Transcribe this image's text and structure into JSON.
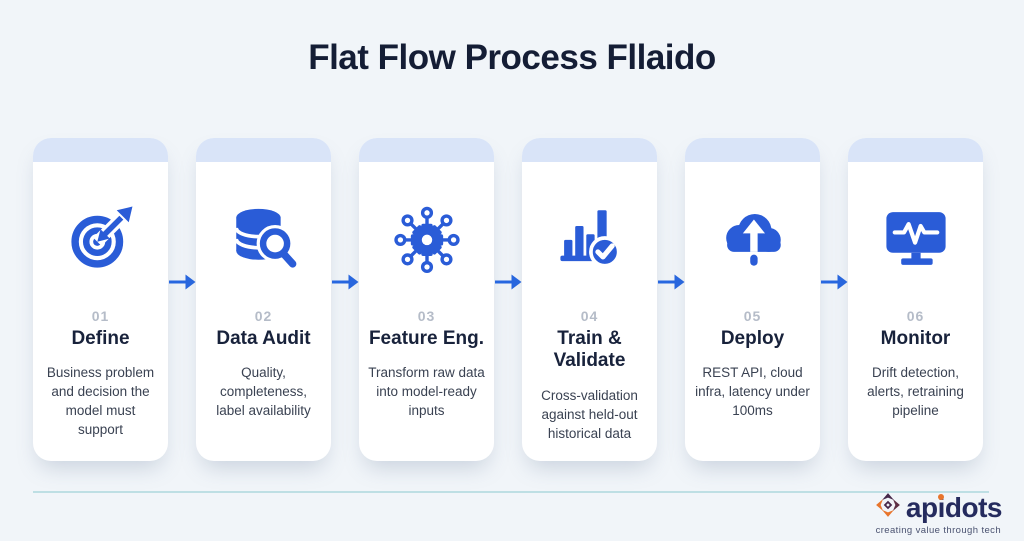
{
  "title": "Flat Flow Process Fllaido",
  "steps": [
    {
      "number": "01",
      "title": "Define",
      "description": "Business problem and decision the model must support",
      "icon": "target-icon"
    },
    {
      "number": "02",
      "title": "Data Audit",
      "description": "Quality, completeness, label availability",
      "icon": "database-search-icon"
    },
    {
      "number": "03",
      "title": "Feature Eng.",
      "description": "Transform raw data into model-ready inputs",
      "icon": "network-gear-icon"
    },
    {
      "number": "04",
      "title": "Train & Validate",
      "description": "Cross-validation against held-out historical data",
      "icon": "bar-chart-check-icon"
    },
    {
      "number": "05",
      "title": "Deploy",
      "description": "REST API, cloud infra, latency under 100ms",
      "icon": "cloud-upload-icon"
    },
    {
      "number": "06",
      "title": "Monitor",
      "description": "Drift detection, alerts, retraining pipeline",
      "icon": "monitor-pulse-icon"
    }
  ],
  "footer": {
    "brand_pre": "ap",
    "brand_i": "i",
    "brand_post": "dots",
    "brand_full": "apidots",
    "tagline": "creating value through tech"
  },
  "colors": {
    "background": "#f1f5f9",
    "card_header": "#d9e4f8",
    "icon_blue": "#2a5cd7",
    "arrow_blue": "#2767e0",
    "number_gray": "#b5bcc8",
    "title_dark": "#18223b",
    "description_gray": "#3a4252",
    "divider_teal": "#bedfe4",
    "brand_navy": "#252b5e",
    "brand_orange": "#e8752c",
    "brand_plum": "#46284a"
  }
}
